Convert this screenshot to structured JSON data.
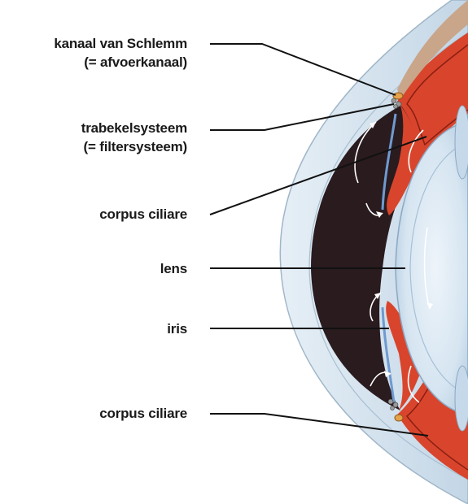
{
  "labels": {
    "schlemm": {
      "line1": "kanaal van Schlemm",
      "line2": "(= afvoerkanaal)"
    },
    "trabekel": {
      "line1": "trabekelsysteem",
      "line2": "(= filtersysteem)"
    },
    "corpus_top": "corpus ciliare",
    "lens": "lens",
    "iris": "iris",
    "corpus_bottom": "corpus ciliare"
  },
  "colors": {
    "cornea": "#cfe0ec",
    "chamber": "#2a1b1f",
    "lens": "#dfeaf3",
    "tissue_red": "#d8452c",
    "leader": "#111111"
  }
}
